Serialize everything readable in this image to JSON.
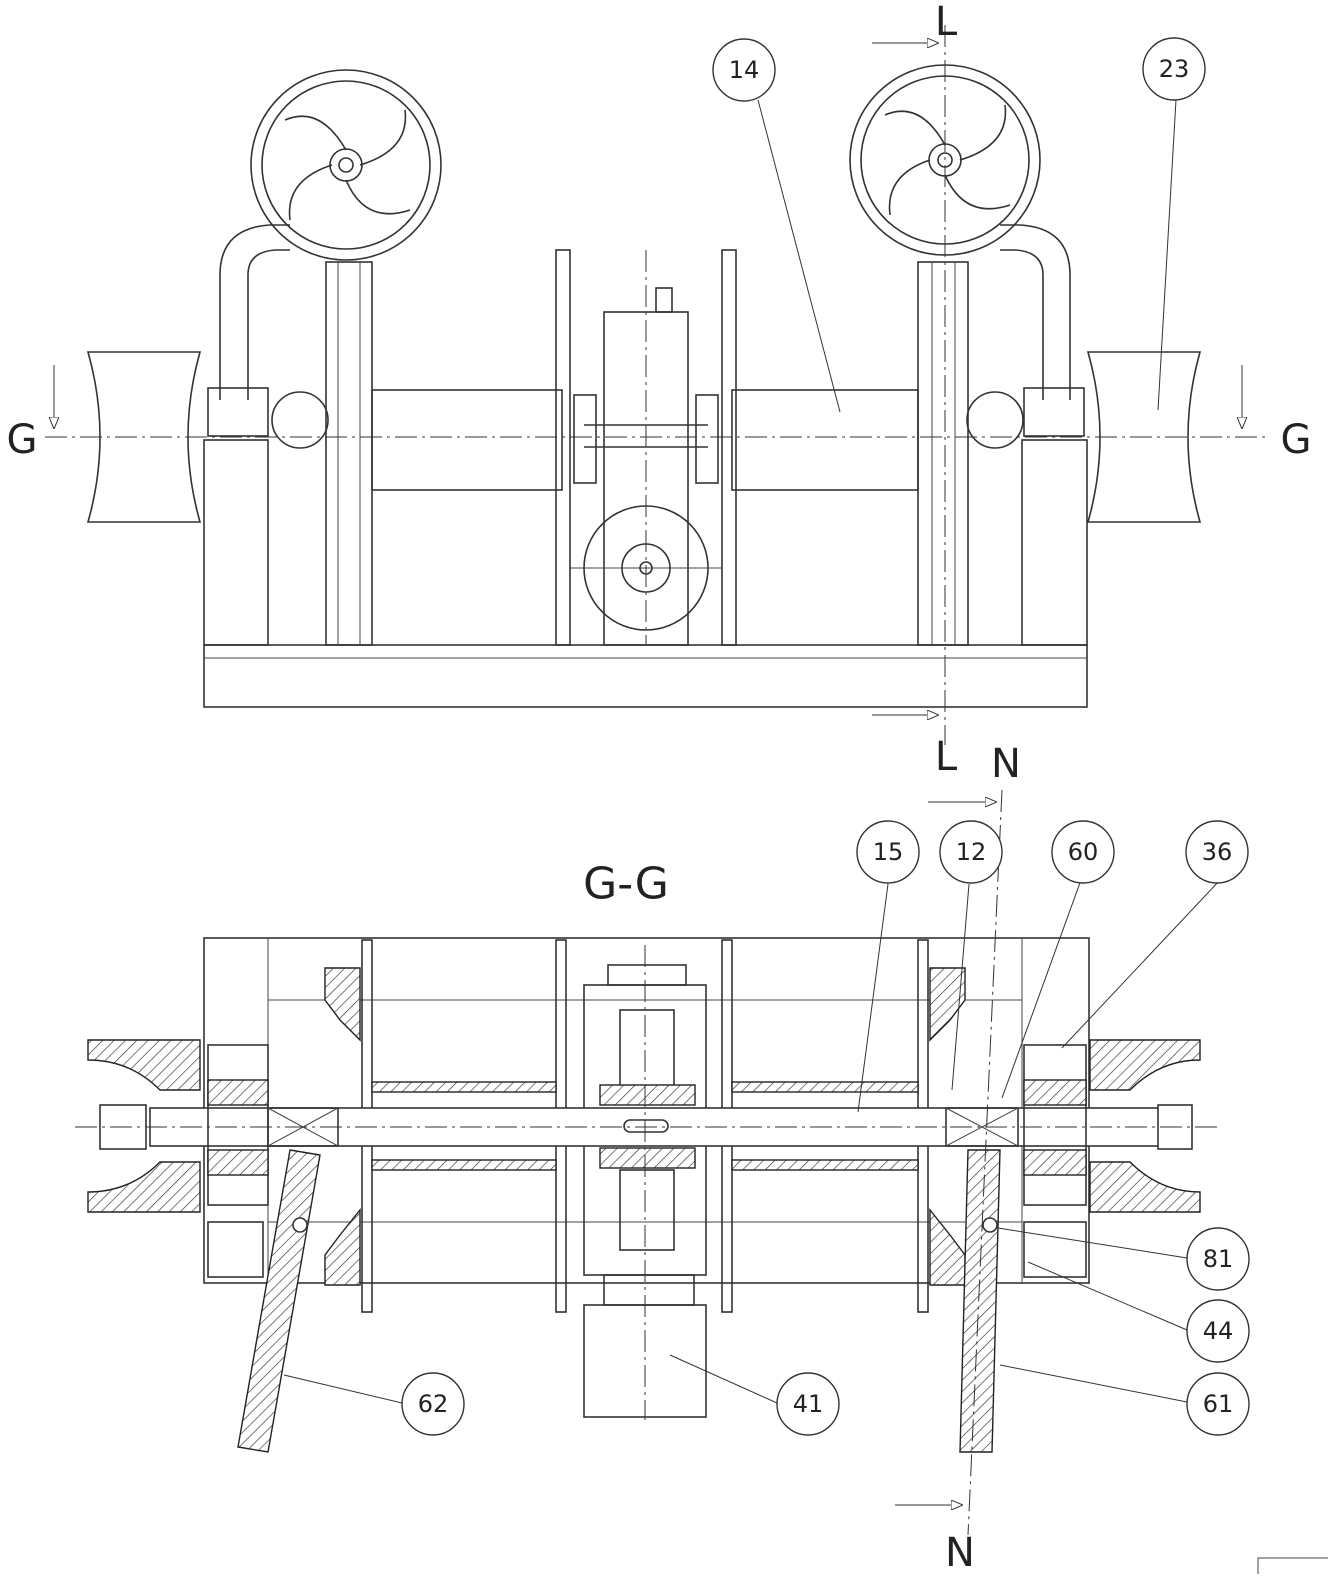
{
  "view_title": "G-G",
  "section_letters": {
    "g_left": "G",
    "g_right": "G",
    "l_top": "L",
    "l_bottom": "L",
    "n_top": "N",
    "n_bottom": "N"
  },
  "callouts": [
    {
      "id": "14",
      "label": "14"
    },
    {
      "id": "23",
      "label": "23"
    },
    {
      "id": "15",
      "label": "15"
    },
    {
      "id": "12",
      "label": "12"
    },
    {
      "id": "60",
      "label": "60"
    },
    {
      "id": "36",
      "label": "36"
    },
    {
      "id": "81",
      "label": "81"
    },
    {
      "id": "44",
      "label": "44"
    },
    {
      "id": "62",
      "label": "62"
    },
    {
      "id": "41",
      "label": "41"
    },
    {
      "id": "61",
      "label": "61"
    }
  ]
}
